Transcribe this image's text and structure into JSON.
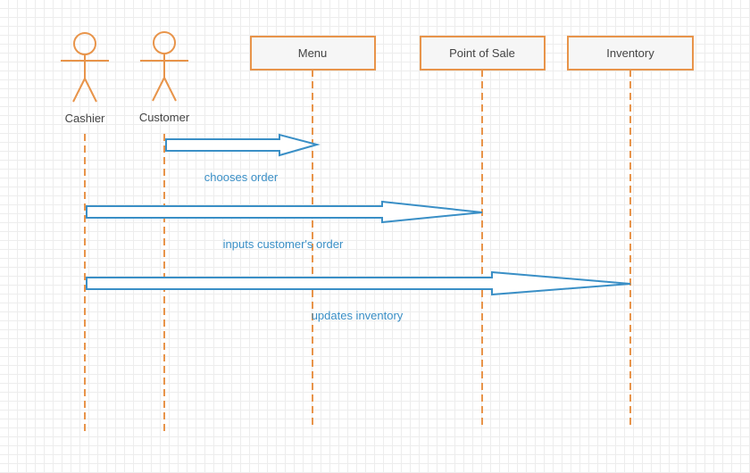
{
  "colors": {
    "lifeline": "#e8944a",
    "box_fill": "#f6f6f6",
    "arrow_stroke": "#3a8fc6",
    "arrow_fill": "#ffffff",
    "label_text": "#444444",
    "message_text": "#3a8fc6"
  },
  "participants": [
    {
      "kind": "actor",
      "label": "Cashier"
    },
    {
      "kind": "actor",
      "label": "Customer"
    },
    {
      "kind": "object",
      "label": "Menu"
    },
    {
      "kind": "object",
      "label": "Point of Sale"
    },
    {
      "kind": "object",
      "label": "Inventory"
    }
  ],
  "messages": [
    {
      "from": "Customer",
      "to": "Menu",
      "label": "chooses order"
    },
    {
      "from": "Cashier",
      "to": "Point of Sale",
      "label": "inputs customer's order"
    },
    {
      "from": "Cashier",
      "to": "Inventory",
      "label": "updates inventory"
    }
  ]
}
